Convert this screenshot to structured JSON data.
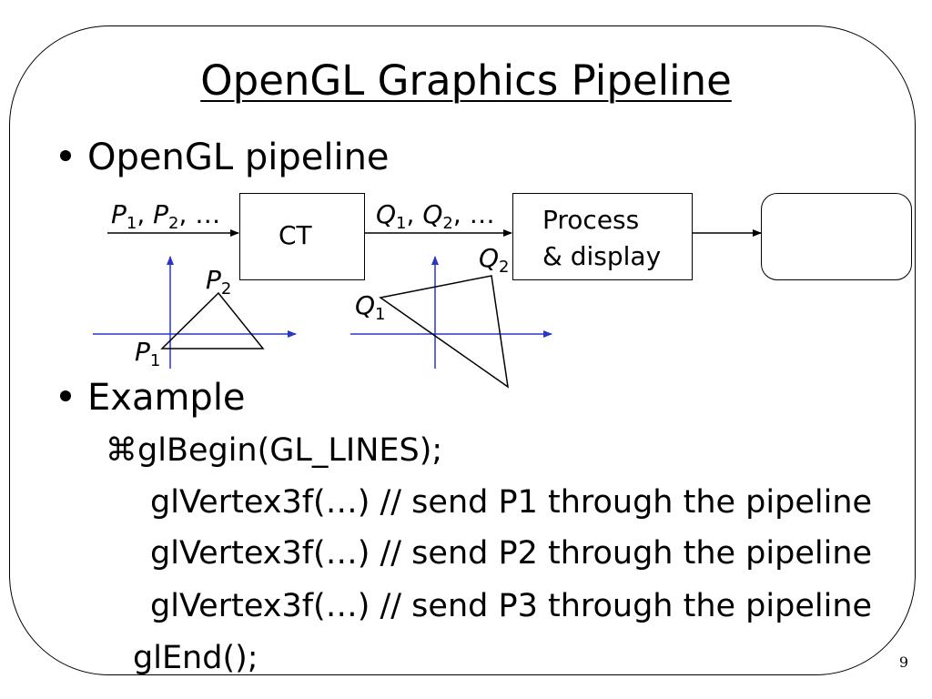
{
  "slide": {
    "title": "OpenGL Graphics Pipeline",
    "page_number": "9"
  },
  "bullets": [
    {
      "text": "OpenGL pipeline"
    },
    {
      "text": "Example"
    }
  ],
  "diagram": {
    "input_label": {
      "p1": "P",
      "p1_sub": "1",
      "sep": ", ",
      "p2": "P",
      "p2_sub": "2",
      "tail": ", …"
    },
    "ct_box_label": "CT",
    "output_label": {
      "q1": "Q",
      "q1_sub": "1",
      "sep": ", ",
      "q2": "Q",
      "q2_sub": "2",
      "tail": ", …"
    },
    "process_box_label_line1": "Process",
    "process_box_label_line2": "& display",
    "left_triangle": {
      "p2": "P",
      "p2_sub": "2",
      "p1": "P",
      "p1_sub": "1"
    },
    "right_triangle": {
      "q2": "Q",
      "q2_sub": "2",
      "q1": "Q",
      "q1_sub": "1"
    },
    "axis_color": "#2b35c8"
  },
  "code": {
    "bullet_glyph": "⌘",
    "lines": [
      "glBegin(GL_LINES);",
      "glVertex3f(…) // send P1 through the pipeline",
      "glVertex3f(…) // send P2 through the pipeline",
      "glVertex3f(…) // send P3 through the pipeline",
      "glEnd();"
    ]
  }
}
